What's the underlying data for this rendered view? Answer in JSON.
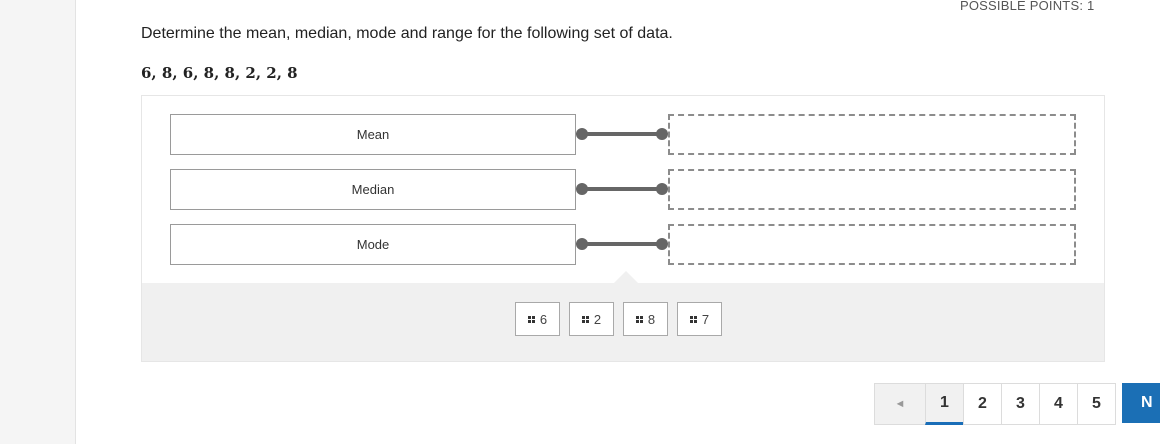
{
  "header": {
    "possible_points": "POSSIBLE POINTS: 1"
  },
  "question": {
    "prompt": "Determine the mean, median, mode and range for the following set of data.",
    "dataset": "6, 8, 6, 8, 8, 2, 2, 8"
  },
  "matching": {
    "terms": [
      {
        "label": "Mean"
      },
      {
        "label": "Median"
      },
      {
        "label": "Mode"
      }
    ],
    "answer_chips": [
      "6",
      "2",
      "8",
      "7"
    ]
  },
  "pagination": {
    "prev_label": "◄",
    "pages": [
      "1",
      "2",
      "3",
      "4",
      "5"
    ],
    "active_page": "1",
    "next_label": "N"
  },
  "colors": {
    "accent": "#1b6fb5",
    "connector": "#666666",
    "tray": "#f0f0f0"
  }
}
